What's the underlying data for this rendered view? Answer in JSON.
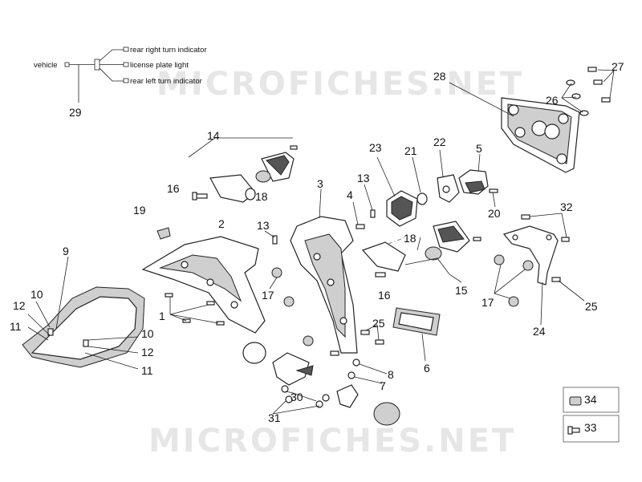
{
  "watermark": "MICROFICHES.NET",
  "wiring": {
    "source": "vehicle",
    "branches": [
      "rear right turn indicator",
      "license plate light",
      "rear left turn indicator"
    ]
  },
  "callouts": {
    "n1": "1",
    "n2": "2",
    "n3": "3",
    "n4": "4",
    "n5": "5",
    "n6": "6",
    "n7": "7",
    "n8": "8",
    "n9": "9",
    "n10a": "10",
    "n10b": "10",
    "n11a": "11",
    "n11b": "11",
    "n12a": "12",
    "n12b": "12",
    "n13a": "13",
    "n13b": "13",
    "n14": "14",
    "n15": "15",
    "n16a": "16",
    "n16b": "16",
    "n17a": "17",
    "n17b": "17",
    "n18a": "18",
    "n18b": "18",
    "n19": "19",
    "n20": "20",
    "n21": "21",
    "n22": "22",
    "n23": "23",
    "n24": "24",
    "n25a": "25",
    "n25b": "25",
    "n26": "26",
    "n27": "27",
    "n28": "28",
    "n29": "29",
    "n30": "30",
    "n31": "31",
    "n32": "32",
    "n33": "33",
    "n34": "34"
  }
}
